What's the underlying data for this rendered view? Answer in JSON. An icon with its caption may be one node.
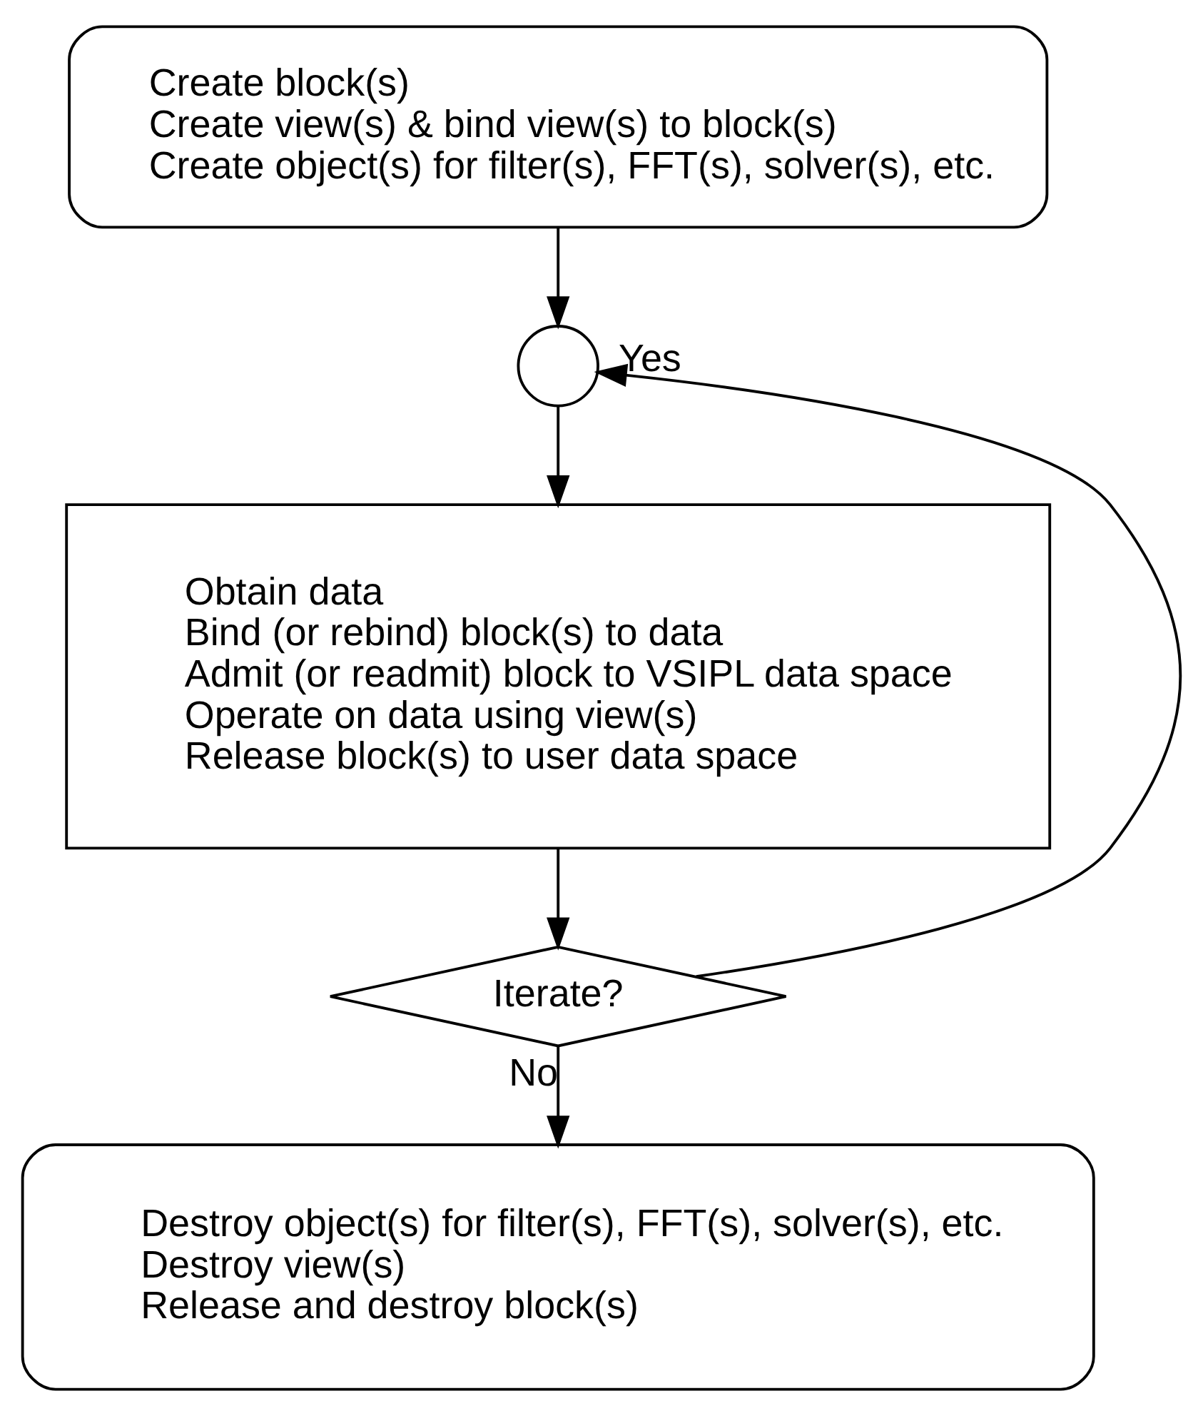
{
  "diagram": {
    "nodes": [
      {
        "text": [
          "Create block(s)",
          "Create view(s) & bind view(s) to block(s)",
          "Create object(s) for filter(s), FFT(s), solver(s), etc."
        ]
      },
      {
        "text": [],
        "shape": "circle"
      },
      {
        "text": [
          "Obtain data",
          "Bind (or rebind) block(s) to data",
          "Admit (or readmit) block to VSIPL data space",
          "Operate on data using view(s)",
          "Release block(s) to user data space"
        ]
      },
      {
        "text": [
          "Iterate?"
        ]
      },
      {
        "text": [
          "Destroy object(s) for filter(s), FFT(s), solver(s), etc.",
          "Destroy view(s)",
          "Release and destroy block(s)"
        ]
      }
    ],
    "edges": [
      {
        "from": 0,
        "to": 1,
        "arrow": "to"
      },
      {
        "from": 1,
        "to": 2,
        "arrow": "to"
      },
      {
        "from": 2,
        "to": 3,
        "arrow": "to"
      },
      {
        "from": 3,
        "to": 1,
        "arrow": "to",
        "label": "Yes"
      },
      {
        "from": 3,
        "to": 4,
        "arrow": "to",
        "label": "No"
      }
    ]
  }
}
